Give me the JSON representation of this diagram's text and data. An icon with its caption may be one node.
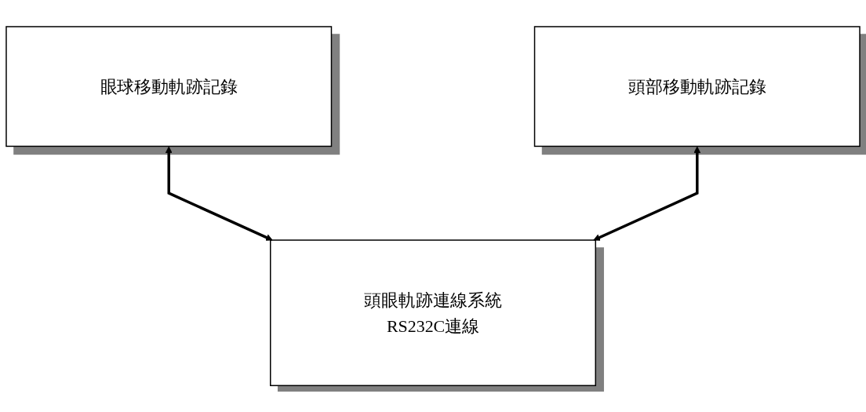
{
  "diagram": {
    "nodes": [
      {
        "text": [
          "眼球移動軌跡記錄"
        ]
      },
      {
        "text": [
          "頭部移動軌跡記錄"
        ]
      },
      {
        "text": [
          "頭眼軌跡連線系統",
          "RS232C連線"
        ]
      }
    ],
    "edges": [
      {
        "from": 0,
        "to": 2,
        "arrow": "both"
      },
      {
        "from": 1,
        "to": 2,
        "arrow": "both"
      }
    ]
  }
}
